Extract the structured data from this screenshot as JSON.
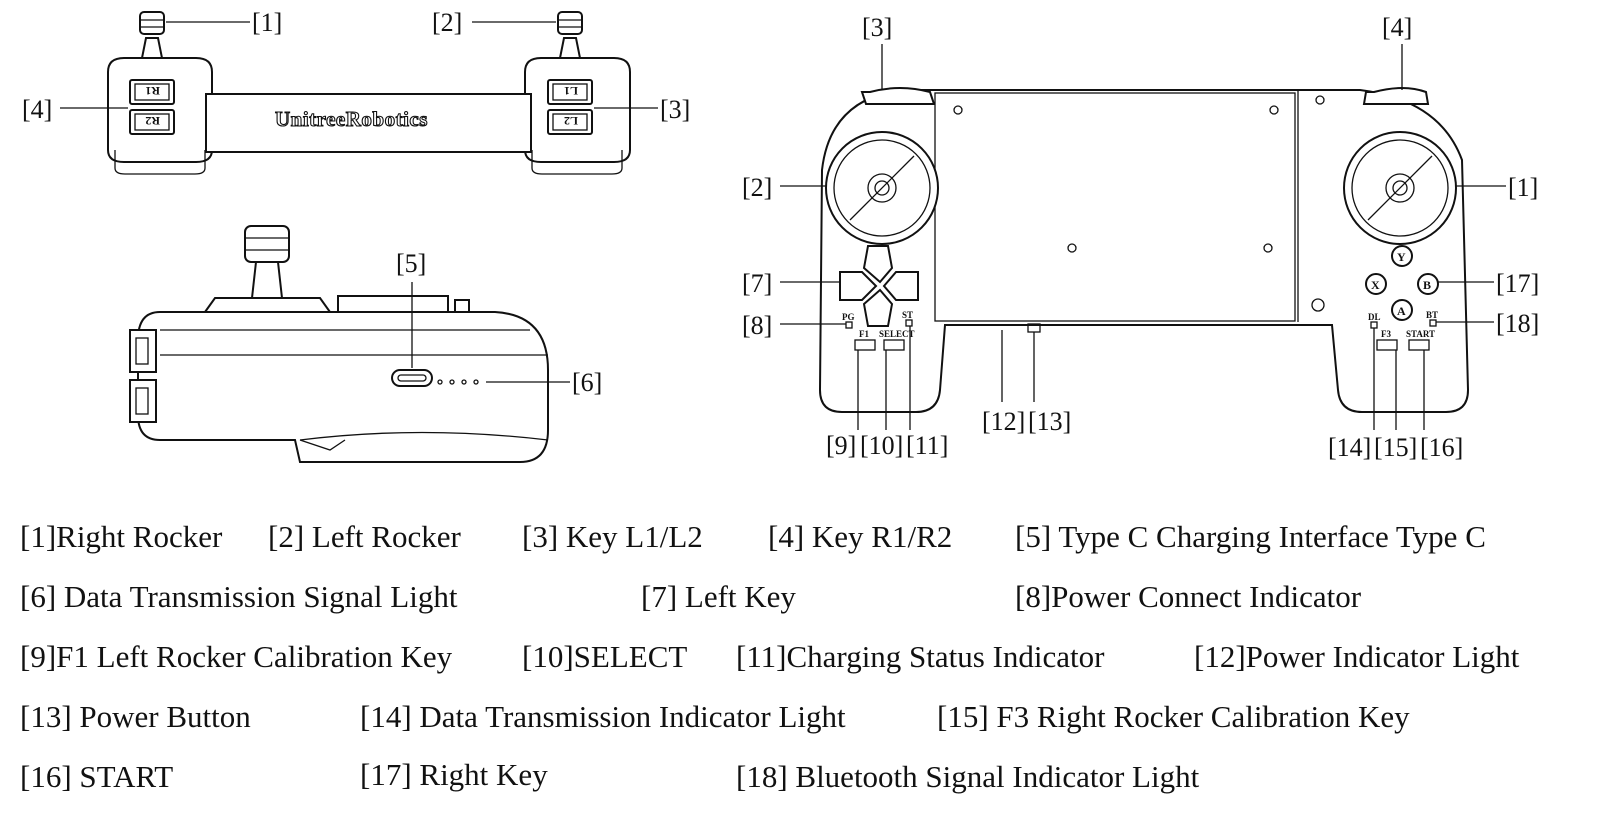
{
  "diagram": {
    "brand_text": "UnitreeRobotics",
    "callouts": [
      "[1]",
      "[2]",
      "[3]",
      "[4]",
      "[5]",
      "[6]",
      "[7]",
      "[8]",
      "[9]",
      "[10]",
      "[11]",
      "[12]",
      "[13]",
      "[14]",
      "[15]",
      "[16]",
      "[17]",
      "[18]"
    ],
    "small_labels": {
      "r1": "R1",
      "r2": "R2",
      "l1": "L1",
      "l2": "L2",
      "pg": "PG",
      "st": "ST",
      "dl": "DL",
      "bt": "BT",
      "f1": "F1",
      "select": "SELECT",
      "f3": "F3",
      "start": "START",
      "y": "Y",
      "x": "X",
      "b": "B",
      "a": "A"
    }
  },
  "legend": [
    "[1]Right Rocker",
    "[2] Left Rocker",
    "[3] Key L1/L2",
    "[4] Key R1/R2",
    "[5] Type C Charging Interface Type C",
    "[6] Data Transmission Signal Light",
    "[7] Left Key",
    "[8]Power Connect Indicator",
    "[9]F1 Left Rocker Calibration Key",
    "[10]SELECT",
    "[11]Charging Status Indicator",
    "[12]Power Indicator Light",
    "[13] Power Button",
    "[14] Data Transmission Indicator Light",
    "[15] F3 Right Rocker Calibration Key",
    "[16] START",
    "[17] Right Key",
    "[18] Bluetooth Signal Indicator Light"
  ]
}
